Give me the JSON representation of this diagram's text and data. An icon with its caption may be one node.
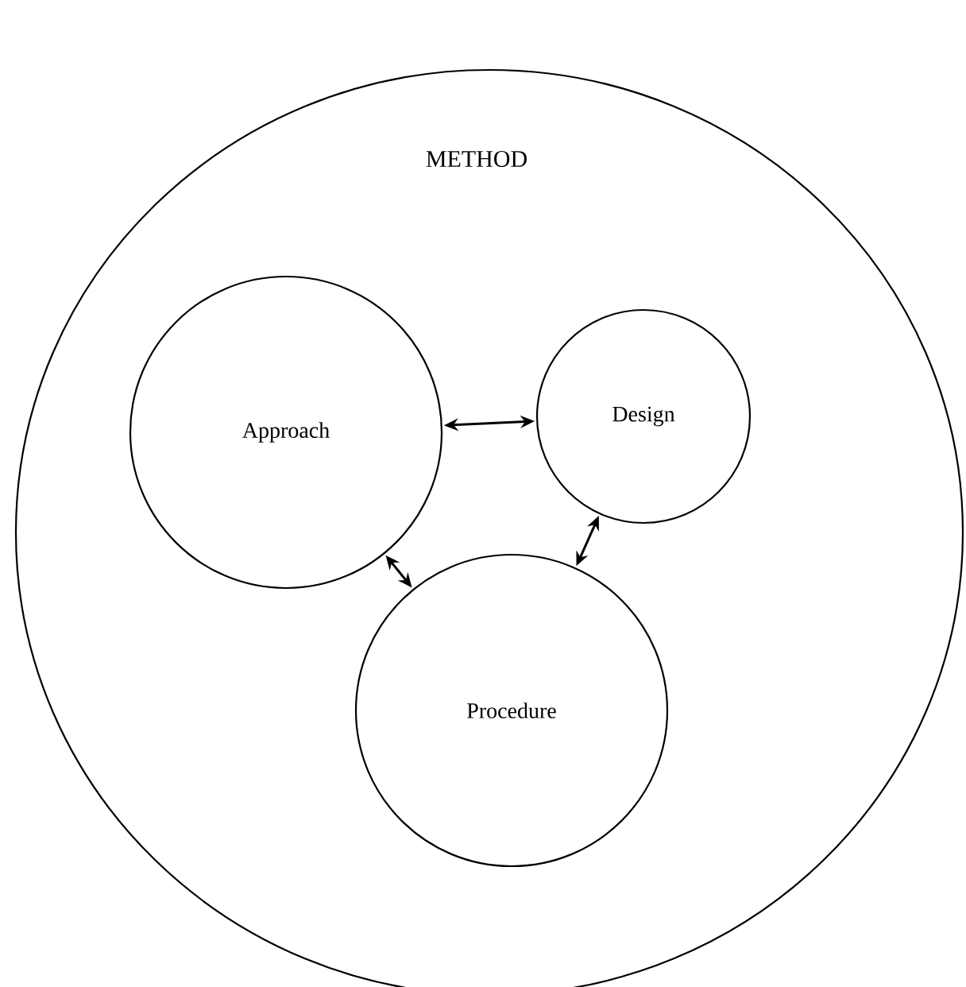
{
  "diagram": {
    "nodes": [
      {
        "text": [
          "METHOD"
        ]
      },
      {
        "text": [
          "Approach"
        ],
        "in": 0
      },
      {
        "text": [
          "Design"
        ],
        "in": 0
      },
      {
        "text": [
          "Procedure"
        ],
        "in": 0
      }
    ],
    "edges": [
      {
        "from": 1,
        "to": 2,
        "arrow": "both"
      },
      {
        "from": 1,
        "to": 3,
        "arrow": "both"
      },
      {
        "from": 2,
        "to": 3,
        "arrow": "both"
      }
    ]
  }
}
